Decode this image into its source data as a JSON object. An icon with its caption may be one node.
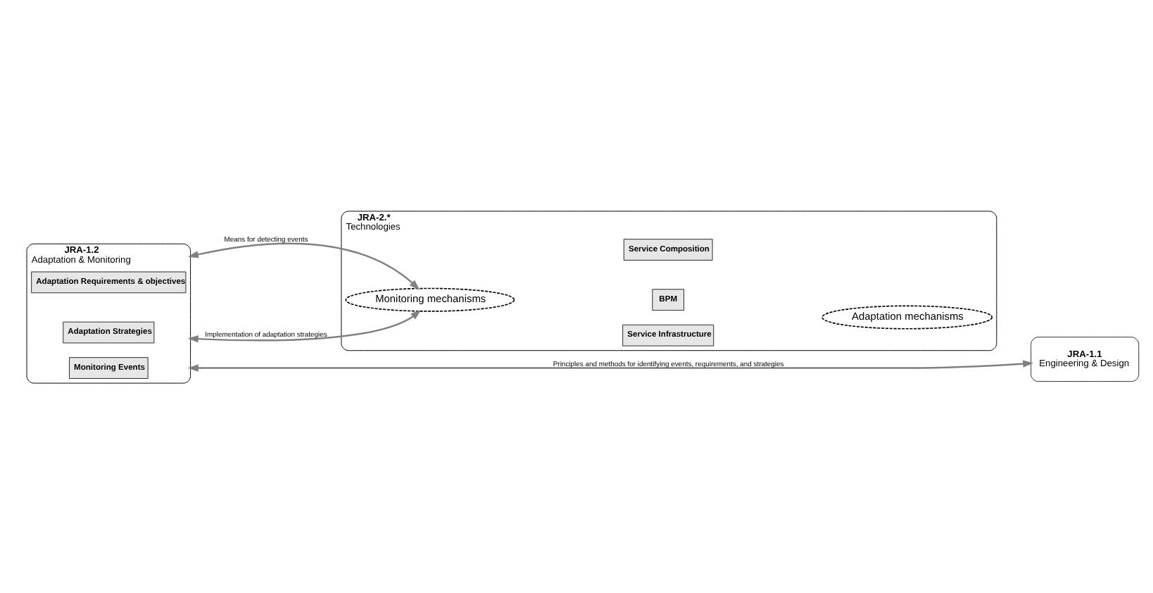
{
  "diagram": {
    "nodes": [
      {
        "text": [
          "JRA-1.2",
          "Adaptation & Monitoring"
        ]
      },
      {
        "text": [
          "Monitoring Events"
        ],
        "in": 0
      },
      {
        "text": [
          "Adaptation Requirements & objectives"
        ],
        "in": 0
      },
      {
        "text": [
          "Adaptation Strategies"
        ],
        "in": 0
      },
      {
        "text": [
          "JRA-1.1",
          "Engineering & Design"
        ]
      },
      {
        "text": [
          "JRA-2.*",
          "Technologies"
        ]
      },
      {
        "text": [
          "Monitoring mechanisms"
        ],
        "in": 5
      },
      {
        "text": [
          "BPM"
        ],
        "in": 5
      },
      {
        "text": [
          "Service Composition"
        ],
        "in": 5
      },
      {
        "text": [
          "Service Infrastructure"
        ],
        "in": 5
      },
      {
        "text": [
          "Adaptation mechanisms"
        ],
        "in": 5
      }
    ],
    "edges": [
      {
        "from": 0,
        "to": 4,
        "arrow": "both",
        "label": "Principles and methods for identifying events, requirements, and strategies"
      },
      {
        "from": 0,
        "to": 6,
        "arrow": "both",
        "label": "Means for detecting events"
      },
      {
        "from": 0,
        "to": 6,
        "arrow": "both",
        "label": "Implementation of adaptation strategies"
      }
    ]
  }
}
